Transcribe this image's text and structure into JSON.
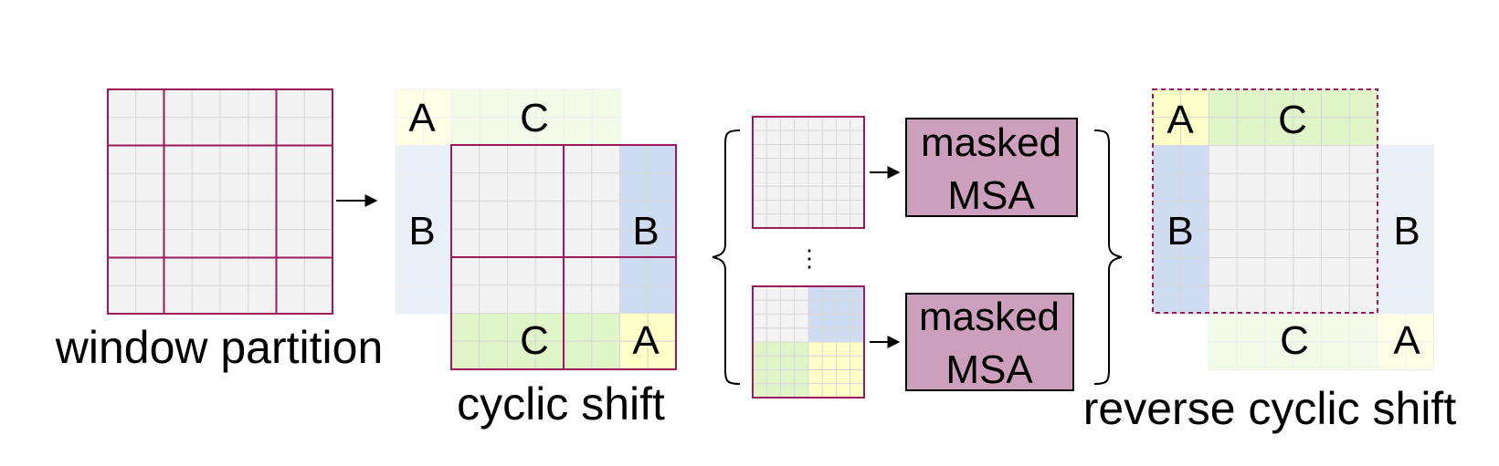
{
  "colors": {
    "window_border": "#9b1b5a",
    "cell_fill": "#f3f3f3",
    "cell_grid": "#d8d8d8",
    "region_a": "#ffffc8",
    "region_b": "#cddcf0",
    "region_c": "#dff5c8",
    "msa_fill": "#cc9fbd",
    "faded_text": "#a0a0a0",
    "text": "#000000"
  },
  "captions": {
    "window_partition": "window partition",
    "cyclic_shift": "cyclic shift",
    "reverse_cyclic_shift": "reverse cyclic shift"
  },
  "regions": {
    "a": "A",
    "b": "B",
    "c": "C"
  },
  "msa_blocks": [
    {
      "line1": "masked",
      "line2": "MSA"
    },
    {
      "line1": "masked",
      "line2": "MSA"
    }
  ],
  "ellipsis": "⋮"
}
